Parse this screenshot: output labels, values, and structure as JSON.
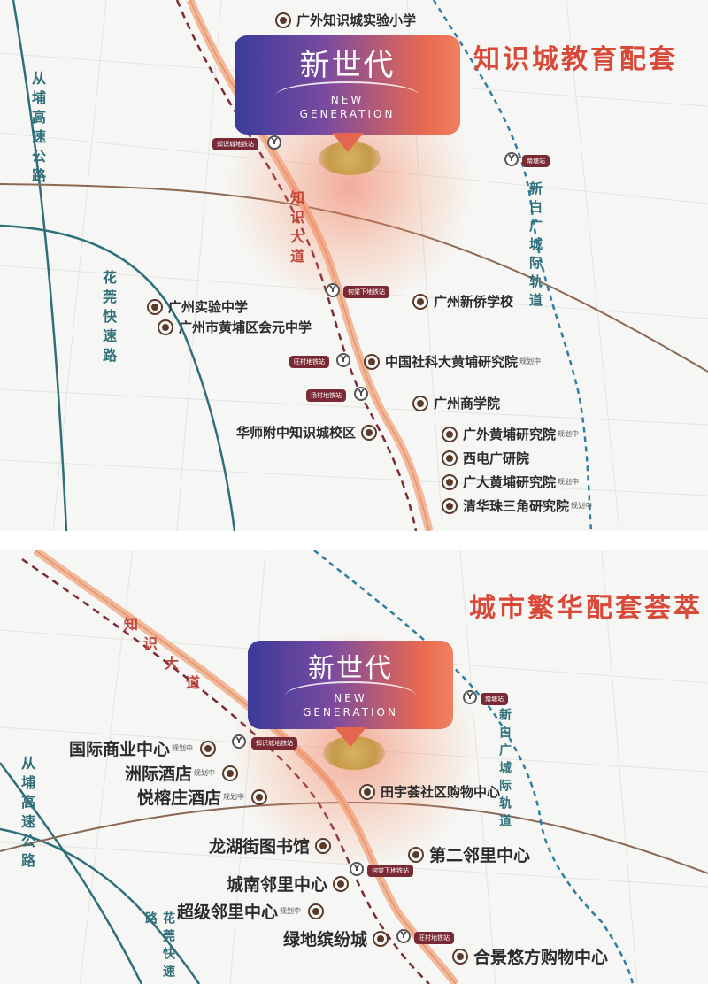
{
  "panel1": {
    "title": "知识城教育配套",
    "brand_cn": "新世代",
    "brand_en_1": "NEW",
    "brand_en_2": "GENERATION",
    "roads": {
      "conghua": "从埔高速公路",
      "huaguan": "花莞快速路",
      "zhishi": "知识大道",
      "xinbai": "新白广城际轨道"
    },
    "stations": [
      "知识城地铁站",
      "何棠下地铁站",
      "旺村地铁站",
      "汤村地铁站",
      "南塘站"
    ],
    "pois": [
      {
        "label": "广外知识城实验小学",
        "badge": ""
      },
      {
        "label": "广州实验中学",
        "badge": ""
      },
      {
        "label": "广州市黄埔区会元中学",
        "badge": ""
      },
      {
        "label": "广州新侨学校",
        "badge": ""
      },
      {
        "label": "中国社科大黄埔研究院",
        "badge": "规划中"
      },
      {
        "label": "广州商学院",
        "badge": ""
      },
      {
        "label": "华师附中知识城校区",
        "badge": ""
      },
      {
        "label": "广外黄埔研究院",
        "badge": "规划中"
      },
      {
        "label": "西电广研院",
        "badge": ""
      },
      {
        "label": "广大黄埔研究院",
        "badge": "规划中"
      },
      {
        "label": "清华珠三角研究院",
        "badge": "规划中"
      }
    ]
  },
  "panel2": {
    "title": "城市繁华配套荟萃",
    "brand_cn": "新世代",
    "brand_en_1": "NEW",
    "brand_en_2": "GENERATION",
    "roads": {
      "conghua": "从埔高速公路",
      "huaguan": "花莞快速路",
      "zhishi": "知识大道",
      "xinbai": "新白广城际轨道"
    },
    "stations": [
      "知识城地铁站",
      "何棠下地铁站",
      "旺村地铁站",
      "南塘站"
    ],
    "pois": [
      {
        "label": "国际商业中心",
        "badge": "规划中"
      },
      {
        "label": "洲际酒店",
        "badge": "规划中"
      },
      {
        "label": "悦榕庄酒店",
        "badge": "规划中"
      },
      {
        "label": "田宇荟社区购物中心",
        "badge": ""
      },
      {
        "label": "龙湖街图书馆",
        "badge": ""
      },
      {
        "label": "第二邻里中心",
        "badge": ""
      },
      {
        "label": "城南邻里中心",
        "badge": ""
      },
      {
        "label": "超级邻里中心",
        "badge": "规划中"
      },
      {
        "label": "绿地缤纷城",
        "badge": ""
      },
      {
        "label": "合景悠方购物中心",
        "badge": ""
      }
    ]
  },
  "colors": {
    "title": "#d9493a",
    "teal_road": "#2e6f7a",
    "brown_road": "#8a6a55",
    "dashed_metro": "#7a2a34",
    "dashed_rail": "#2f7ea0",
    "poi_dot": "#5a3b2a"
  }
}
